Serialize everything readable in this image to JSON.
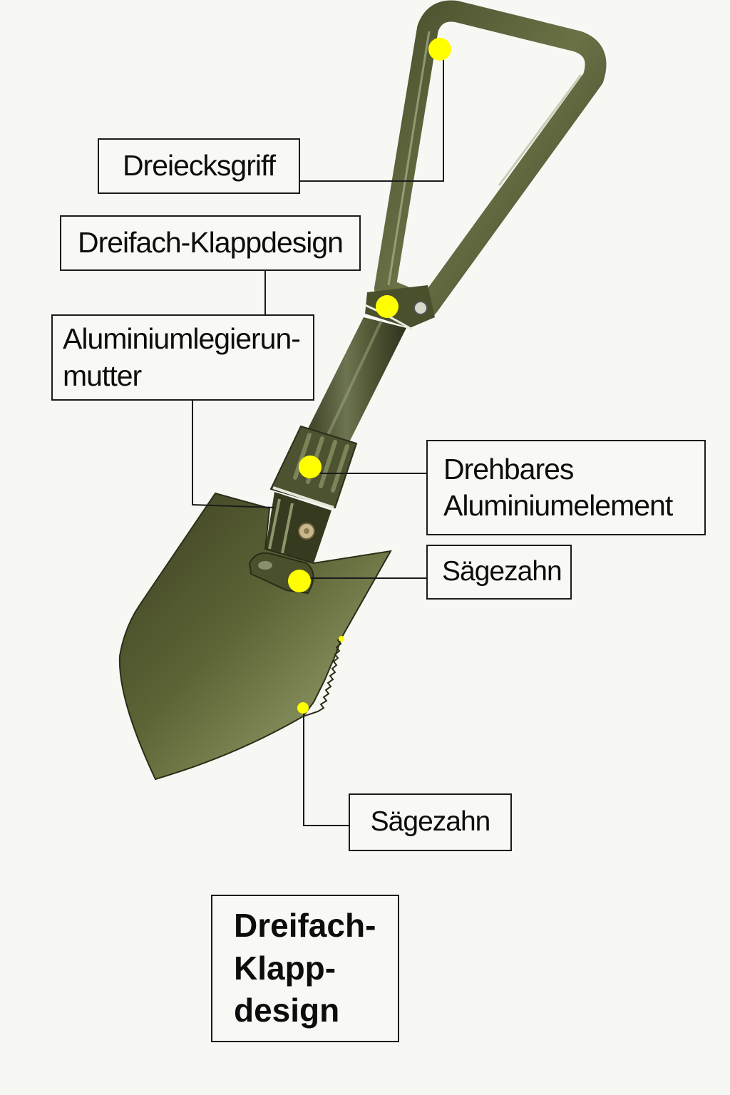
{
  "diagram": {
    "subject": "Klappspaten (folding shovel)",
    "colors": {
      "background": "#f7f8f3",
      "shovel_olive": "#5d6436",
      "shovel_dark": "#3a3d21",
      "marker_yellow": "#ffff00",
      "leader_line": "#1b1b1b"
    },
    "callouts": [
      {
        "id": "grip",
        "label": "Dreiecksgriff",
        "marker": [
          617,
          69
        ]
      },
      {
        "id": "fold",
        "label": "Dreifach-Klappdesign",
        "marker": [
          543,
          430
        ]
      },
      {
        "id": "nut",
        "label": "Aluminiumlegierun-\nmutter",
        "marker": [
          385,
          712
        ]
      },
      {
        "id": "rotate",
        "label": "Drehbares\nAluminiumelement",
        "marker": [
          435,
          655
        ]
      },
      {
        "id": "saw1",
        "label": "Sägezahn",
        "marker": [
          420,
          815
        ]
      },
      {
        "id": "saw2",
        "label": "Sägezahn",
        "marker": [
          425,
          993
        ]
      }
    ],
    "title": "Dreifach-\nKlapp-\ndesign"
  }
}
